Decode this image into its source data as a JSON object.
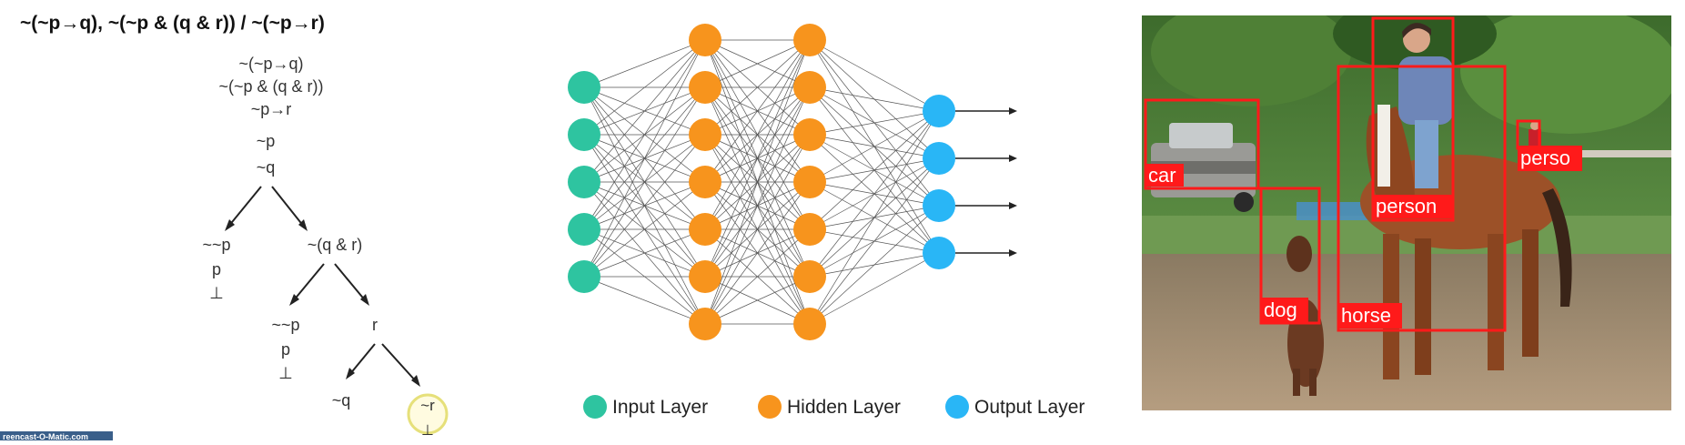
{
  "tree": {
    "header": "~(~p→q), ~(~p & (q & r)) / ~(~p→r)",
    "premises": [
      "~(~p→q)",
      "~(~p & (q & r))",
      "~p→r"
    ],
    "stack": [
      "~p",
      "~q"
    ],
    "left_branch": [
      "~~p",
      "p",
      "⊥"
    ],
    "right_branch_root": "~(q & r)",
    "right_left_branch": [
      "~~p",
      "p",
      "⊥"
    ],
    "right_right_root": "r",
    "leaf_left": "~q",
    "leaf_right": [
      "~r",
      "⊥"
    ],
    "watermark": "reencast-O-Matic.com"
  },
  "network": {
    "layers": [
      {
        "name": "input",
        "count": 5,
        "color": "#2ec4a0"
      },
      {
        "name": "hidden-1",
        "count": 7,
        "color": "#f7941d"
      },
      {
        "name": "hidden-2",
        "count": 7,
        "color": "#f7941d"
      },
      {
        "name": "output",
        "count": 4,
        "color": "#29b6f6"
      }
    ],
    "legend": [
      {
        "label": "Input Layer",
        "color": "#2ec4a0"
      },
      {
        "label": "Hidden Layer",
        "color": "#f7941d"
      },
      {
        "label": "Output Layer",
        "color": "#29b6f6"
      }
    ]
  },
  "detections": [
    {
      "label": "car"
    },
    {
      "label": "person"
    },
    {
      "label": "horse"
    },
    {
      "label": "dog"
    },
    {
      "label": "perso"
    }
  ],
  "colors": {
    "box": "#ff1a1a"
  }
}
